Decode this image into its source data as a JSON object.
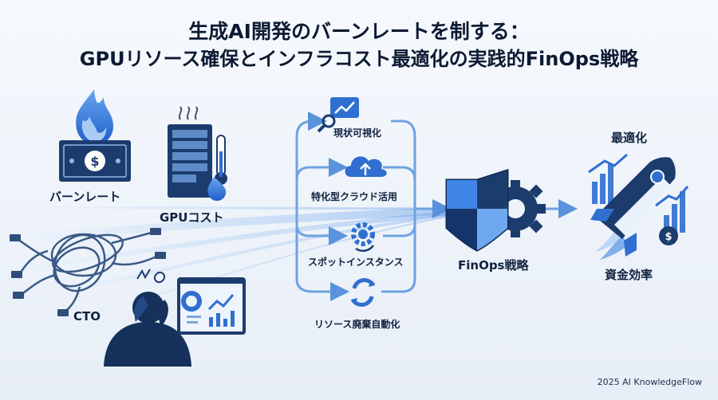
{
  "title": {
    "line1": "生成AI開発のバーンレートを制する：",
    "line2": "GPUリソース確保とインフラコスト最適化の実践的FinOps戦略"
  },
  "left": {
    "burnrate_label": "バーンレート",
    "gpu_label": "GPUコスト",
    "cto_label": "CTO"
  },
  "branches": [
    {
      "label": "現状可視化",
      "icon": "chart-magnifier-icon"
    },
    {
      "label": "特化型クラウド活用",
      "icon": "cloud-upload-icon"
    },
    {
      "label": "スポットインスタンス",
      "icon": "gear-cycle-icon"
    },
    {
      "label": "リソース廃棄自動化",
      "icon": "refresh-icon"
    }
  ],
  "center": {
    "label": "FinOps戦略",
    "icon": "shield-gear-icon"
  },
  "right": {
    "top_label": "最適化",
    "bottom_label": "資金効率",
    "icon": "rocket-icon"
  },
  "footer": "2025 AI KnowledgeFlow",
  "colors": {
    "navy": "#1c3c6e",
    "blue": "#2f6fd0",
    "light_blue": "#7fb0ea",
    "flame": "#3b82f6"
  }
}
